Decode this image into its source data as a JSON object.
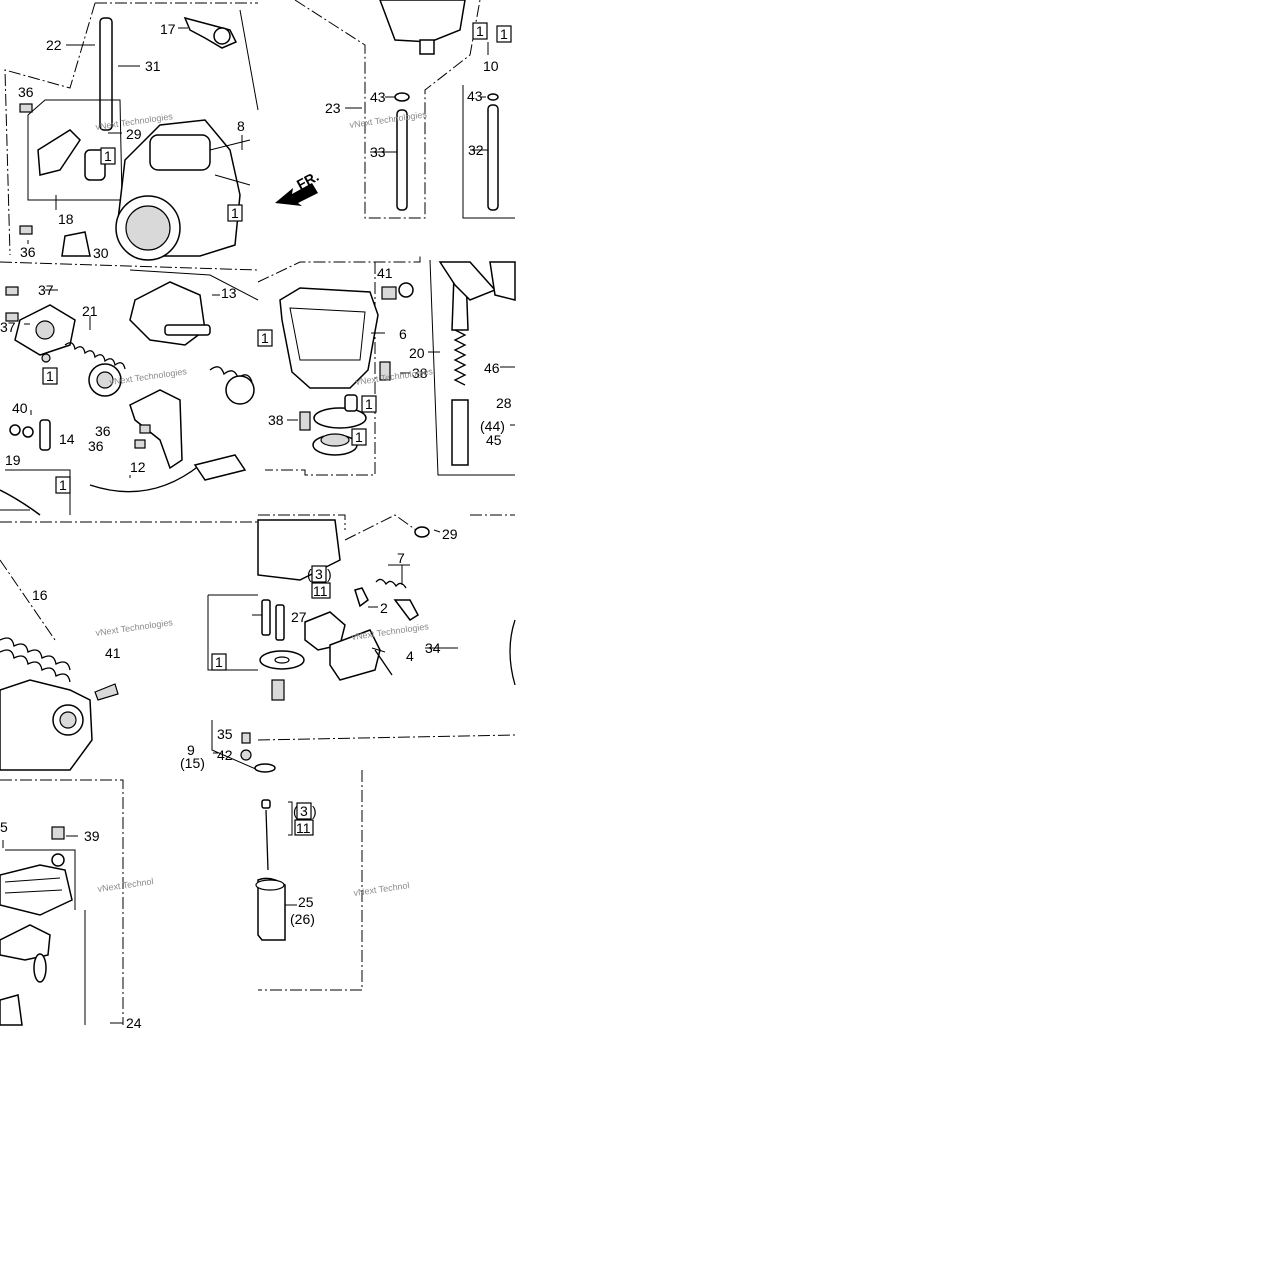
{
  "direction_label": "FR.",
  "watermark": "vNext Technologies",
  "watermark_partial": "vNext Technol",
  "callouts": [
    {
      "id": "c17",
      "text": "17"
    },
    {
      "id": "c22",
      "text": "22"
    },
    {
      "id": "c31",
      "text": "31"
    },
    {
      "id": "c36a",
      "text": "36"
    },
    {
      "id": "c29a",
      "text": "29"
    },
    {
      "id": "c8",
      "text": "8"
    },
    {
      "id": "c18",
      "text": "18"
    },
    {
      "id": "c36b",
      "text": "36"
    },
    {
      "id": "c30",
      "text": "30"
    },
    {
      "id": "c10",
      "text": "10"
    },
    {
      "id": "c23",
      "text": "23"
    },
    {
      "id": "c43a",
      "text": "43"
    },
    {
      "id": "c33",
      "text": "33"
    },
    {
      "id": "c43b",
      "text": "43"
    },
    {
      "id": "c32",
      "text": "32"
    },
    {
      "id": "c37a",
      "text": "37"
    },
    {
      "id": "c37b",
      "text": "37"
    },
    {
      "id": "c21",
      "text": "21"
    },
    {
      "id": "c13",
      "text": "13"
    },
    {
      "id": "c40",
      "text": "40"
    },
    {
      "id": "c14",
      "text": "14"
    },
    {
      "id": "c36c",
      "text": "36"
    },
    {
      "id": "c36d",
      "text": "36"
    },
    {
      "id": "c19",
      "text": "19"
    },
    {
      "id": "c12",
      "text": "12"
    },
    {
      "id": "c41a",
      "text": "41"
    },
    {
      "id": "c6",
      "text": "6"
    },
    {
      "id": "c20",
      "text": "20"
    },
    {
      "id": "c38a",
      "text": "38"
    },
    {
      "id": "c38b",
      "text": "38"
    },
    {
      "id": "c46",
      "text": "46"
    },
    {
      "id": "c28",
      "text": "28"
    },
    {
      "id": "c44",
      "text": "(44)"
    },
    {
      "id": "c45",
      "text": "45"
    },
    {
      "id": "c29b",
      "text": "29"
    },
    {
      "id": "c7",
      "text": "7"
    },
    {
      "id": "c2",
      "text": "2"
    },
    {
      "id": "c16",
      "text": "16"
    },
    {
      "id": "c27",
      "text": "27"
    },
    {
      "id": "c4",
      "text": "4"
    },
    {
      "id": "c34",
      "text": "34"
    },
    {
      "id": "c41b",
      "text": "41"
    },
    {
      "id": "c9",
      "text": "9"
    },
    {
      "id": "c15",
      "text": "(15)"
    },
    {
      "id": "c35",
      "text": "35"
    },
    {
      "id": "c42",
      "text": "42"
    },
    {
      "id": "c11a",
      "text": "11"
    },
    {
      "id": "c5",
      "text": "5"
    },
    {
      "id": "c39",
      "text": "39"
    },
    {
      "id": "c25",
      "text": "25"
    },
    {
      "id": "c26",
      "text": "(26)"
    },
    {
      "id": "c24",
      "text": "24"
    },
    {
      "id": "c11b",
      "text": "11"
    }
  ],
  "boxed_refs": [
    {
      "id": "b1a",
      "text": "1"
    },
    {
      "id": "b1b",
      "text": "1"
    },
    {
      "id": "b1c",
      "text": "1"
    },
    {
      "id": "b1d",
      "text": "1"
    },
    {
      "id": "b1e",
      "text": "1"
    },
    {
      "id": "b1f",
      "text": "1"
    },
    {
      "id": "b1g",
      "text": "1"
    },
    {
      "id": "b1h",
      "text": "1"
    },
    {
      "id": "b1i",
      "text": "1"
    },
    {
      "id": "b1j",
      "text": "1"
    },
    {
      "id": "b3a",
      "text": "3"
    },
    {
      "id": "b3b",
      "text": "3"
    }
  ]
}
